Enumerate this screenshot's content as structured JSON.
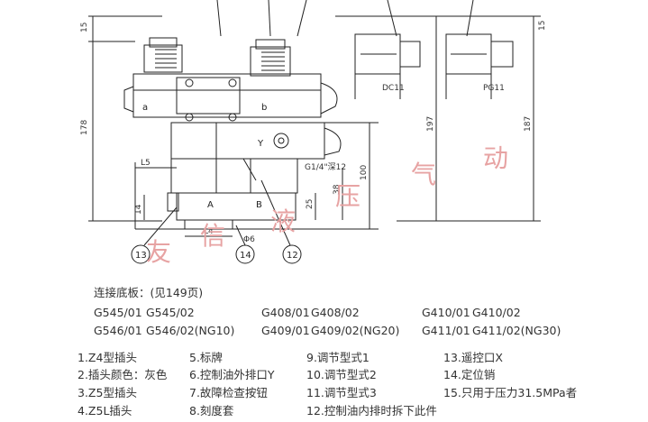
{
  "drawing": {
    "dims": {
      "d15": "15",
      "d178": "178",
      "d197": "197",
      "d187": "187",
      "d15r": "15",
      "dL5": "L5",
      "dL4": "L4",
      "d14": "14",
      "d100": "100",
      "d38": "38",
      "d25": "25",
      "d46": "Φ6",
      "thread": "G1/4\"深12"
    },
    "letters": {
      "a": "a",
      "b": "b",
      "A": "A",
      "B": "B",
      "Y": "Y"
    },
    "views": {
      "left": "DC11",
      "right": "PG11"
    },
    "callouts": [
      "13",
      "14",
      "12"
    ],
    "watermark": [
      "友",
      "信",
      "液",
      "压",
      "气",
      "动"
    ]
  },
  "base_plates": {
    "title": "连接底板：(见149页)",
    "col1": [
      "G545/01",
      "G545/02",
      "G546/01",
      "G546/02(NG10)"
    ],
    "col2": [
      "G408/01",
      "G408/02",
      "G409/01",
      "G409/02(NG20)"
    ],
    "col3": [
      "G410/01",
      "G410/02",
      "G411/01",
      "G411/02(NG30)"
    ]
  },
  "legend": [
    [
      "1.Z4型插头",
      "5.标牌",
      "9.调节型式1",
      "13.遥控口X"
    ],
    [
      "2.插头颜色：灰色",
      "6.控制油外排口Y",
      "10.调节型式2",
      "14.定位销"
    ],
    [
      "3.Z5型插头",
      "7.故障检查按钮",
      "11.调节型式3",
      "15.只用于压力31.5MPa者"
    ],
    [
      "4.Z5L插头",
      "8.刻度套",
      "12.控制油内排时拆下此件",
      ""
    ]
  ]
}
